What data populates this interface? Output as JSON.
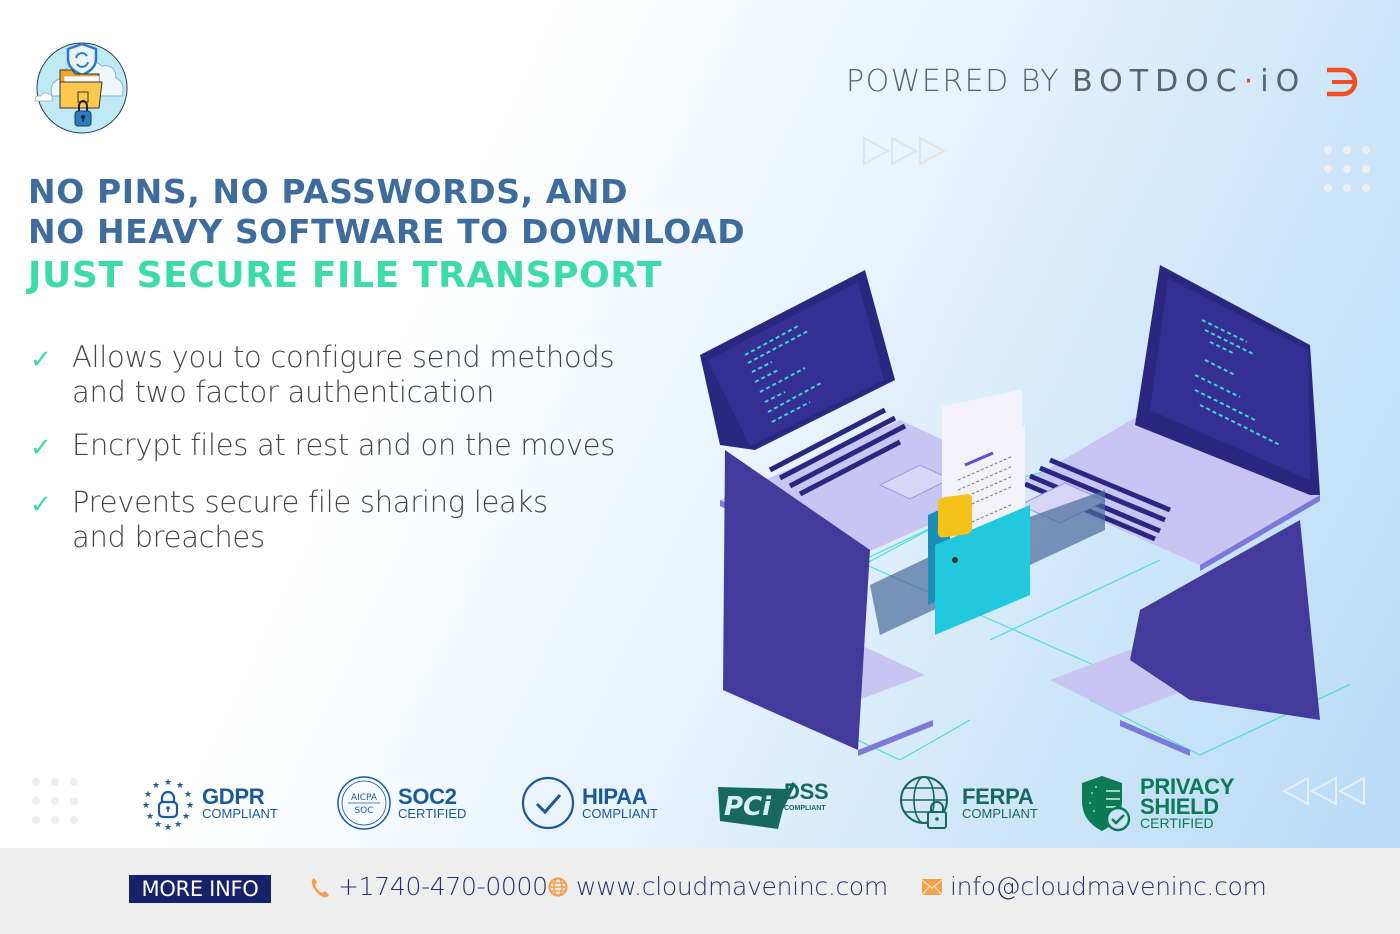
{
  "branding": {
    "powered_by_label": "POWERED BY",
    "brand_name_a": "BOTDOC",
    "brand_dot": "·",
    "brand_name_b": "iO",
    "brand_accent_color": "#f04e23"
  },
  "headline": {
    "line1": "NO PINS, NO PASSWORDS, AND",
    "line2": "NO HEAVY SOFTWARE TO DOWNLOAD",
    "line3": "JUST SECURE FILE TRANSPORT",
    "primary_color": "#3e6c9d",
    "accent_color": "#3ddbaa"
  },
  "features": [
    {
      "icon": "check-icon",
      "line1": "Allows you to configure send methods",
      "line2": "and two factor authentication"
    },
    {
      "icon": "check-icon",
      "line1": "Encrypt files at rest and on the moves",
      "line2": ""
    },
    {
      "icon": "check-icon",
      "line1": "Prevents secure file sharing leaks",
      "line2": "and breaches"
    }
  ],
  "badges": [
    {
      "icon": "eu-lock-icon",
      "main": "GDPR",
      "sub": "COMPLIANT"
    },
    {
      "icon": "aicpa-soc-icon",
      "main": "SOC2",
      "sub": "CERTIFIED",
      "seal_top": "AICPA",
      "seal_bottom": "SOC"
    },
    {
      "icon": "check-circle-icon",
      "main": "HIPAA",
      "sub": "COMPLIANT"
    },
    {
      "icon": "pci-icon",
      "main": "DSS",
      "sub": "COMPLIANT",
      "logo": "PCi"
    },
    {
      "icon": "globe-lock-icon",
      "main": "FERPA",
      "sub": "COMPLIANT"
    },
    {
      "icon": "shield-check-icon",
      "main": "PRIVACY",
      "main2": "SHIELD",
      "sub": "CERTIFIED"
    }
  ],
  "footer": {
    "more_info_label": "MORE INFO",
    "phone": "+1740-470-0000",
    "website": "www.cloudmaveninc.com",
    "email": "info@cloudmaveninc.com",
    "icon_color": "#f2a04a",
    "text_color": "#26316b",
    "button_color": "#17226a"
  }
}
